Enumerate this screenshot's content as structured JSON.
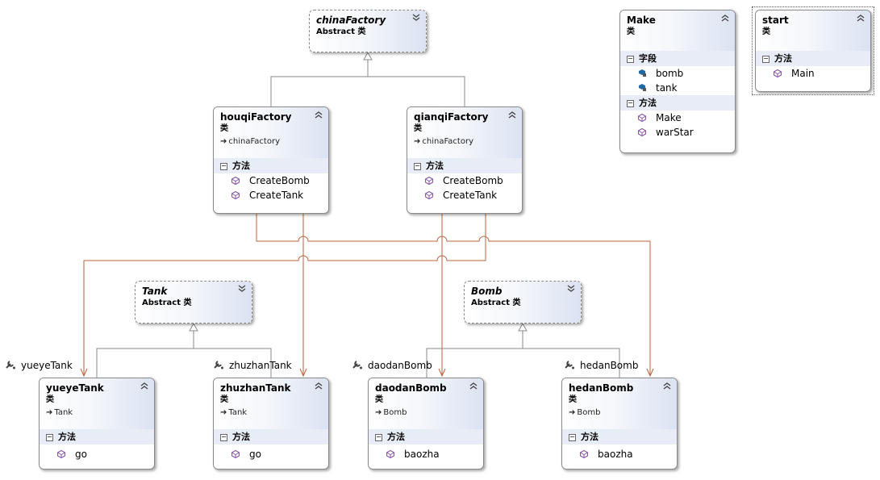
{
  "colors": {
    "generalization": "#8a8a8a",
    "association": "#b9643c",
    "method_icon": "#8b5aa7",
    "field_icon": "#1e6aa6"
  },
  "icons": {
    "method": "purple-cube-icon",
    "field": "blue-field-icon",
    "collapse": "double-chevron-up-icon",
    "expand": "double-chevron-down-icon",
    "section_toggle": "minus-box-icon",
    "association_marker": "wrench-icon"
  },
  "classes": {
    "chinaFactory": {
      "name": "chinaFactory",
      "kind": "Abstract 类"
    },
    "make": {
      "name": "Make",
      "kind": "类",
      "fields_label": "字段",
      "fields": [
        "bomb",
        "tank"
      ],
      "methods_label": "方法",
      "methods": [
        "Make",
        "warStar"
      ]
    },
    "start": {
      "name": "start",
      "kind": "类",
      "methods_label": "方法",
      "methods": [
        "Main"
      ]
    },
    "houqiFactory": {
      "name": "houqiFactory",
      "kind": "类",
      "base": "chinaFactory",
      "methods_label": "方法",
      "methods": [
        "CreateBomb",
        "CreateTank"
      ]
    },
    "qianqiFactory": {
      "name": "qianqiFactory",
      "kind": "类",
      "base": "chinaFactory",
      "methods_label": "方法",
      "methods": [
        "CreateBomb",
        "CreateTank"
      ]
    },
    "tank": {
      "name": "Tank",
      "kind": "Abstract 类"
    },
    "bomb": {
      "name": "Bomb",
      "kind": "Abstract 类"
    },
    "yueyeTank": {
      "name": "yueyeTank",
      "kind": "类",
      "base": "Tank",
      "methods_label": "方法",
      "methods": [
        "go"
      ]
    },
    "zhuzhanTank": {
      "name": "zhuzhanTank",
      "kind": "类",
      "base": "Tank",
      "methods_label": "方法",
      "methods": [
        "go"
      ]
    },
    "daodanBomb": {
      "name": "daodanBomb",
      "kind": "类",
      "base": "Bomb",
      "methods_label": "方法",
      "methods": [
        "baozha"
      ]
    },
    "hedanBomb": {
      "name": "hedanBomb",
      "kind": "类",
      "base": "Bomb",
      "methods_label": "方法",
      "methods": [
        "baozha"
      ]
    }
  },
  "association_labels": [
    "yueyeTank",
    "zhuzhanTank",
    "daodanBomb",
    "hedanBomb"
  ]
}
